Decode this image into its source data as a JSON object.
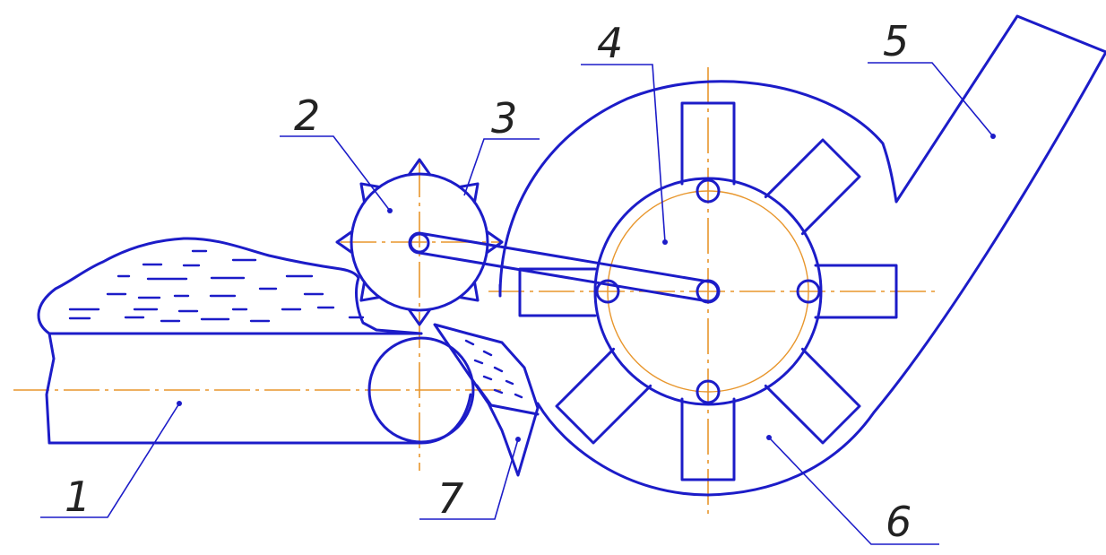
{
  "labels": {
    "l1": "1",
    "l2": "2",
    "l3": "3",
    "l4": "4",
    "l5": "5",
    "l6": "6",
    "l7": "7"
  },
  "colors": {
    "outline": "#1c1cc8",
    "axis": "#e8962c",
    "leader": "#333333"
  }
}
